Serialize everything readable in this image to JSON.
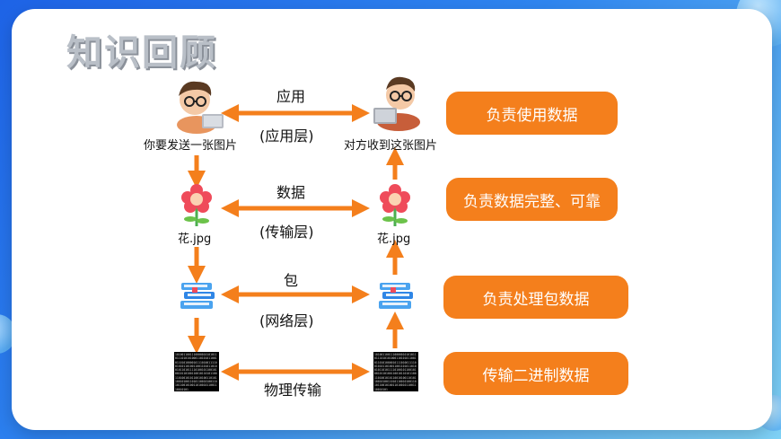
{
  "title": "知识回顾",
  "layers": {
    "app": {
      "top": "应用",
      "bottom": "(应用层)",
      "left_caption": "你要发送一张图片",
      "right_caption": "对方收到这张图片"
    },
    "data": {
      "top": "数据",
      "bottom": "(传输层)",
      "left_caption": "花.jpg",
      "right_caption": "花.jpg"
    },
    "packet": {
      "top": "包",
      "bottom": "(网络层)"
    },
    "physical": {
      "bottom": "物理传输"
    }
  },
  "pills": [
    "负责使用数据",
    "负责数据完整、可靠",
    "负责处理包数据",
    "传输二进制数据"
  ],
  "binary_text": "10100110011100000101010110111010101000110101011001011010100001011101001111001010110100110011010110100101101011110100101100101001011010011001011010110011010010101100101001101011001010011010110010100110101100101001101001011001110010101",
  "colors": {
    "accent": "#f47f1c",
    "arrow": "#f47f1c"
  },
  "icons": [
    "boy-laptop-icon",
    "flower-icon",
    "book-stack-icon",
    "binary-data-icon"
  ]
}
